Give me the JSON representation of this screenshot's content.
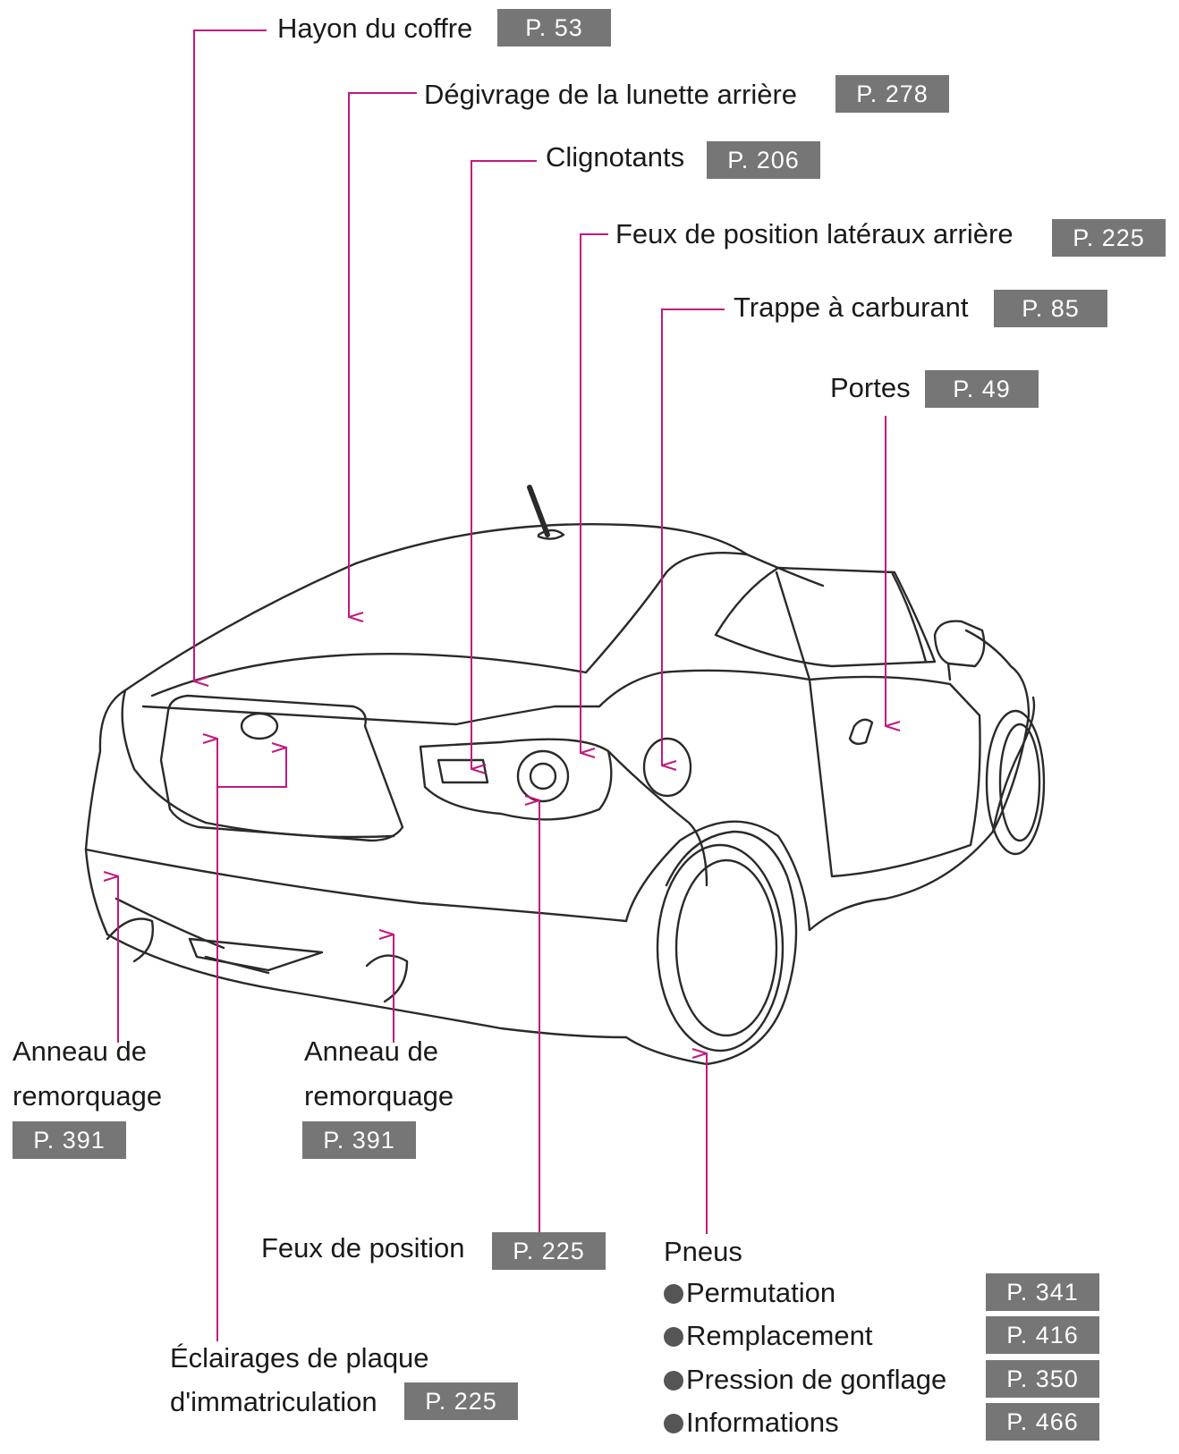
{
  "accent_color": "#c2187f",
  "badge_color": "#767676",
  "callouts": [
    {
      "key": "tailgate",
      "label": "Hayon du coffre",
      "page": "P. 53"
    },
    {
      "key": "rear_defogger",
      "label": "Dégivrage de la lunette arrière",
      "page": "P. 278"
    },
    {
      "key": "turn_signals",
      "label": "Clignotants",
      "page": "P. 206"
    },
    {
      "key": "rear_side_markers",
      "label": "Feux de position latéraux arrière",
      "page": "P. 225"
    },
    {
      "key": "fuel_door",
      "label": "Trappe à carburant",
      "page": "P. 85"
    },
    {
      "key": "doors",
      "label": "Portes",
      "page": "P. 49"
    },
    {
      "key": "tow_eye_left",
      "label_line1": "Anneau de",
      "label_line2": "remorquage",
      "page": "P. 391"
    },
    {
      "key": "tow_eye_right",
      "label_line1": "Anneau de",
      "label_line2": "remorquage",
      "page": "P. 391"
    },
    {
      "key": "tail_lights",
      "label": "Feux de position",
      "page": "P. 225"
    },
    {
      "key": "plate_lights",
      "label_line1": "Éclairages de plaque",
      "label_line2": "d'immatriculation",
      "page": "P. 225"
    }
  ],
  "tires": {
    "title": "Pneus",
    "items": [
      {
        "label": "Permutation",
        "page": "P. 341"
      },
      {
        "label": "Remplacement",
        "page": "P. 416"
      },
      {
        "label": "Pression de gonflage",
        "page": "P. 350"
      },
      {
        "label": "Informations",
        "page": "P. 466"
      }
    ]
  }
}
